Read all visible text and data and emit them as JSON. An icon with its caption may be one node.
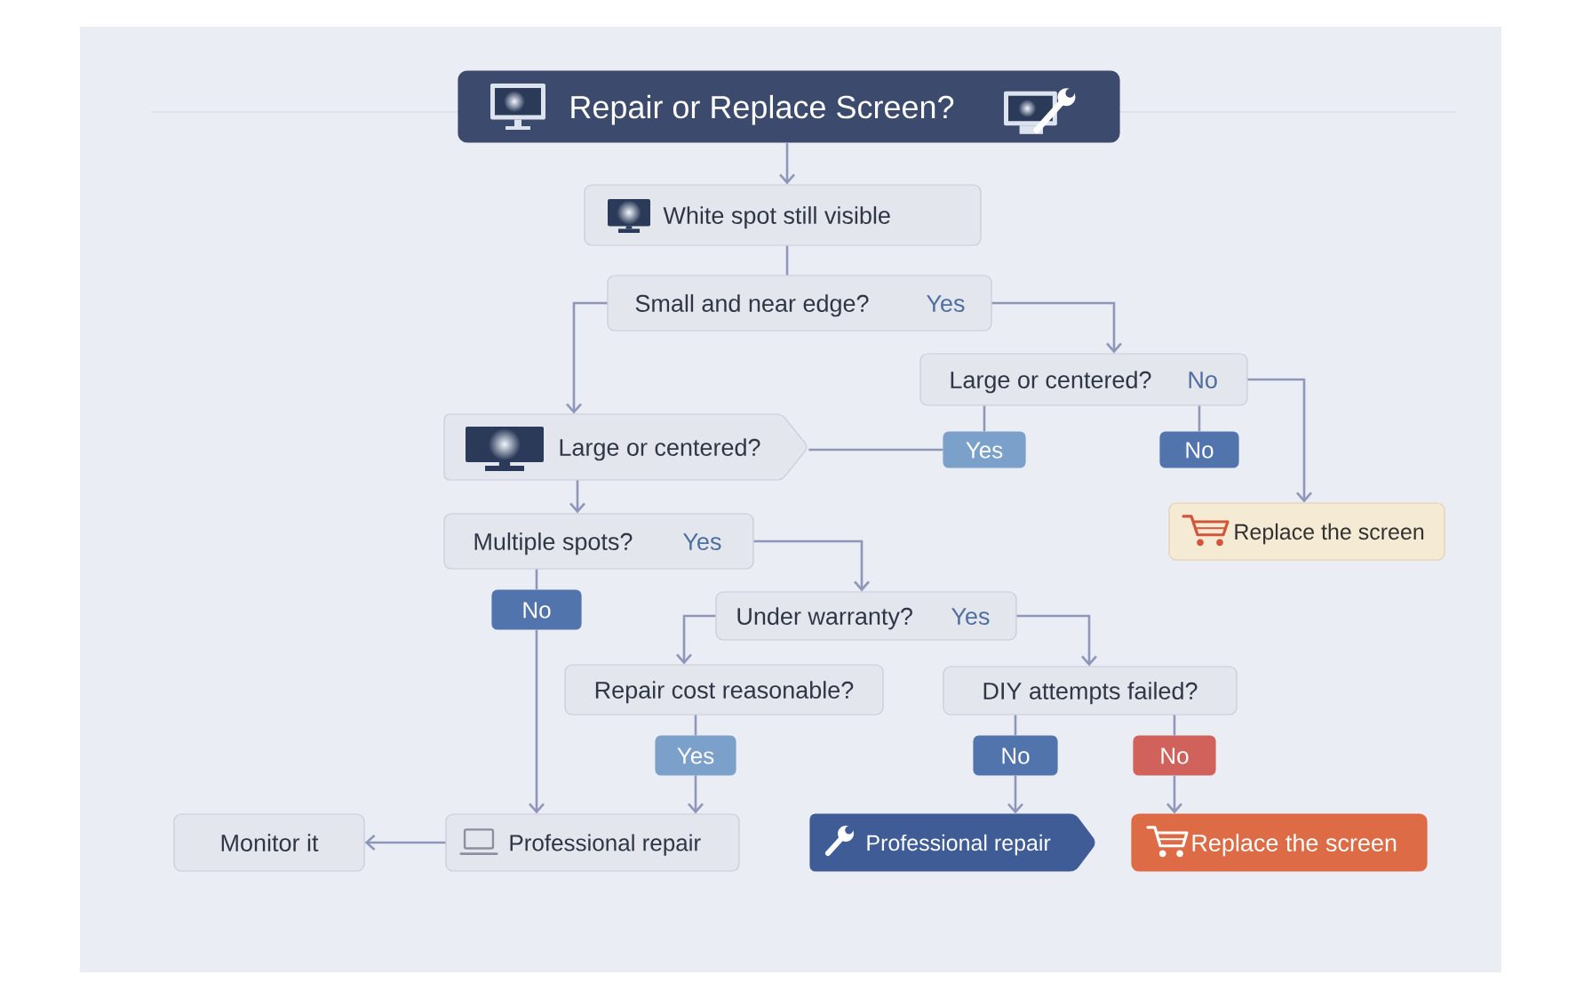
{
  "diagram": {
    "nodes": [
      {
        "text": [
          "Repair or Replace Screen?"
        ]
      },
      {
        "text": [
          "White spot still visible"
        ]
      },
      {
        "text": [
          "Small and near edge?",
          "Yes"
        ]
      },
      {
        "text": [
          "Large or centered?",
          "No"
        ]
      },
      {
        "text": [
          "Large or centered?"
        ]
      },
      {
        "text": [
          "Yes"
        ]
      },
      {
        "text": [
          "No"
        ]
      },
      {
        "text": [
          "Replace the screen"
        ]
      },
      {
        "text": [
          "Multiple spots?",
          "Yes"
        ]
      },
      {
        "text": [
          "No"
        ]
      },
      {
        "text": [
          "Under warranty?",
          "Yes"
        ]
      },
      {
        "text": [
          "Repair cost reasonable?"
        ]
      },
      {
        "text": [
          "DIY attempts failed?"
        ]
      },
      {
        "text": [
          "Yes"
        ]
      },
      {
        "text": [
          "No"
        ]
      },
      {
        "text": [
          "No"
        ]
      },
      {
        "text": [
          "Monitor it"
        ]
      },
      {
        "text": [
          "Professional repair"
        ]
      },
      {
        "text": [
          "Professional repair"
        ]
      },
      {
        "text": [
          "Replace the screen"
        ]
      }
    ],
    "edges": [
      {
        "from": 0,
        "to": 1,
        "arrow": "to"
      },
      {
        "from": 1,
        "to": 2,
        "arrow": "none"
      },
      {
        "from": 2,
        "to": 4,
        "arrow": "to"
      },
      {
        "from": 2,
        "to": 3,
        "arrow": "to"
      },
      {
        "from": 3,
        "to": 5,
        "arrow": "none"
      },
      {
        "from": 3,
        "to": 6,
        "arrow": "none"
      },
      {
        "from": 3,
        "to": 7,
        "arrow": "to"
      },
      {
        "from": 5,
        "to": 4,
        "arrow": "none"
      },
      {
        "from": 4,
        "to": 8,
        "arrow": "to"
      },
      {
        "from": 8,
        "to": 10,
        "arrow": "to"
      },
      {
        "from": 8,
        "to": 9,
        "arrow": "none"
      },
      {
        "from": 9,
        "to": 17,
        "arrow": "to"
      },
      {
        "from": 10,
        "to": 11,
        "arrow": "to"
      },
      {
        "from": 10,
        "to": 12,
        "arrow": "to"
      },
      {
        "from": 11,
        "to": 13,
        "arrow": "none"
      },
      {
        "from": 13,
        "to": 17,
        "arrow": "to"
      },
      {
        "from": 12,
        "to": 14,
        "arrow": "none"
      },
      {
        "from": 12,
        "to": 15,
        "arrow": "none"
      },
      {
        "from": 14,
        "to": 18,
        "arrow": "to"
      },
      {
        "from": 15,
        "to": 19,
        "arrow": "to"
      },
      {
        "from": 17,
        "to": 16,
        "arrow": "to"
      }
    ]
  }
}
